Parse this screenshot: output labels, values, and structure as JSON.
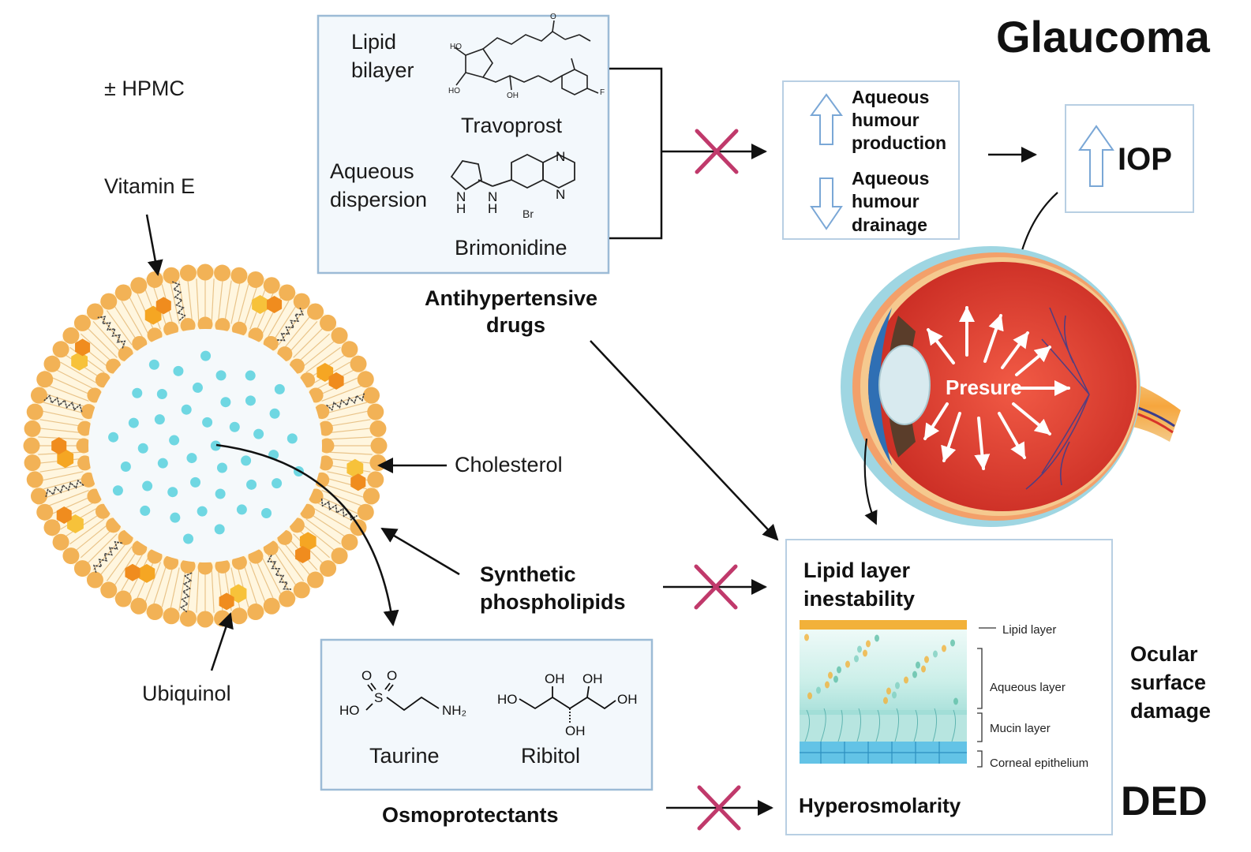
{
  "title": "Glaucoma",
  "ded_label": "DED",
  "liposome": {
    "hpmc_label": "± HPMC",
    "vitamin_e_label": "Vitamin E",
    "cholesterol_label": "Cholesterol",
    "ubiquinol_label": "Ubiquinol",
    "synthetic_line1": "Synthetic",
    "synthetic_line2": "phospholipids"
  },
  "drugs_box": {
    "lipid_line1": "Lipid",
    "lipid_line2": "bilayer",
    "travoprost": "Travoprost",
    "aqueous_line1": "Aqueous",
    "aqueous_line2": "dispersion",
    "brimonidine": "Brimonidine",
    "caption_line1": "Antihypertensive",
    "caption_line2": "drugs",
    "chem": {
      "ho": "HO",
      "oh": "OH",
      "o": "O",
      "f": "F",
      "n": "N",
      "h": "H",
      "br": "Br"
    }
  },
  "aqueous_box": {
    "production_line1": "Aqueous",
    "production_line2": "humour",
    "production_line3": "production",
    "drainage_line1": "Aqueous",
    "drainage_line2": "humour",
    "drainage_line3": "drainage"
  },
  "iop_label": "IOP",
  "eye": {
    "pressure_label": "Presure"
  },
  "tear_film": {
    "title_line1": "Lipid layer",
    "title_line2": "inestability",
    "lipid_layer": "Lipid layer",
    "aqueous_layer": "Aqueous layer",
    "mucin_layer": "Mucin layer",
    "corneal_epithelium": "Corneal epithelium",
    "hyperosmolarity": "Hyperosmolarity"
  },
  "ocular": {
    "line1": "Ocular",
    "line2": "surface",
    "line3": "damage"
  },
  "osmo_box": {
    "taurine": "Taurine",
    "ribitol": "Ribitol",
    "caption": "Osmoprotectants",
    "chem": {
      "o": "O",
      "s": "S",
      "ho": "HO",
      "nh2": "NH₂",
      "oh": "OH"
    }
  },
  "colors": {
    "box_border": "#9cbbd6",
    "box_fill": "#f3f8fc",
    "inhibit_x": "#c0396b",
    "liposome_orange": "#f2b256",
    "liposome_inner": "#f5f9fb",
    "cargo_dots": "#6fd7e2",
    "eye_red": "#e03b2c",
    "arrow_outline": "#7aa7d6"
  }
}
